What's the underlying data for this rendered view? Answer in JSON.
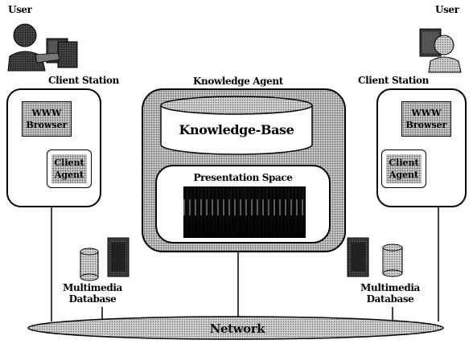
{
  "users": {
    "left_label": "User",
    "right_label": "User"
  },
  "client_left": {
    "title": "Client Station",
    "browser": "WWW\nBrowser",
    "agent": "Client\nAgent"
  },
  "client_right": {
    "title": "Client Station",
    "browser": "WWW\nBrowser",
    "agent": "Client\nAgent"
  },
  "knowledge_agent": {
    "title": "Knowledge Agent",
    "knowledge_base": "Knowledge-Base",
    "presentation_space": "Presentation Space"
  },
  "db_left": "Multimedia\nDatabase",
  "db_right": "Multimedia\nDatabase",
  "network": "Network"
}
